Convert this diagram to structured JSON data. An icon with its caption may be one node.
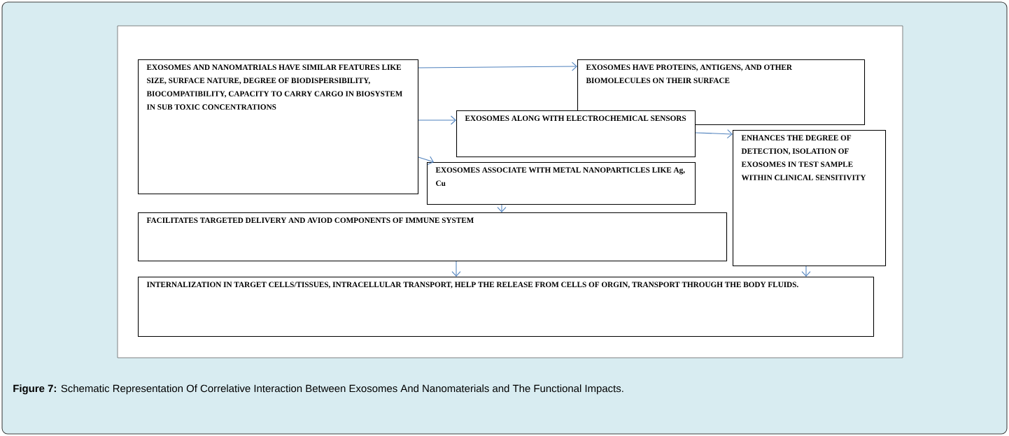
{
  "diagram": {
    "caption": "**Figure 7:** Schematic Representation Of Correlative Interaction Between Exosomes And Nanomaterials and The Functional Impacts.",
    "nodes": [
      {
        "text": [
          "EXOSOMES AND NANOMATRIALS HAVE SIMILAR FEATURES LIKE SIZE, SURFACE NATURE, DEGREE OF BIODISPERSIBILITY, BIOCOMPATIBILITY, CAPACITY TO CARRY CARGO IN BIOSYSTEM IN SUB TOXIC CONCENTRATIONS"
        ]
      },
      {
        "text": [
          "EXOSOMES HAVE PROTEINS, ANTIGENS, AND OTHER BIOMOLECULES ON THEIR SURFACE"
        ]
      },
      {
        "text": [
          "EXOSOMES ALONG WITH ELECTROCHEMICAL SENSORS"
        ]
      },
      {
        "text": [
          "ENHANCES THE DEGREE OF DETECTION, ISOLATION OF EXOSOMES IN TEST SAMPLE WITHIN CLINICAL SENSITIVITY"
        ]
      },
      {
        "text": [
          "EXOSOMES ASSOCIATE WITH METAL NANOPARTICLES LIKE Ag, Cu"
        ]
      },
      {
        "text": [
          "FACILITATES TARGETED DELIVERY AND AVIOD COMPONENTS OF IMMUNE SYSTEM"
        ]
      },
      {
        "text": [
          "INTERNALIZATION IN TARGET CELLS/TISSUES, INTRACELLULAR TRANSPORT, HELP THE RELEASE FROM CELLS OF ORGIN, TRANSPORT THROUGH THE BODY FLUIDS."
        ]
      }
    ],
    "edges": [
      {
        "from": 0,
        "to": 1,
        "arrow": "to"
      },
      {
        "from": 0,
        "to": 2,
        "arrow": "to"
      },
      {
        "from": 0,
        "to": 4,
        "arrow": "to"
      },
      {
        "from": 2,
        "to": 3,
        "arrow": "to"
      },
      {
        "from": 4,
        "to": 5,
        "arrow": "to"
      },
      {
        "from": 5,
        "to": 6,
        "arrow": "to"
      },
      {
        "from": 3,
        "to": 6,
        "arrow": "to"
      }
    ]
  }
}
